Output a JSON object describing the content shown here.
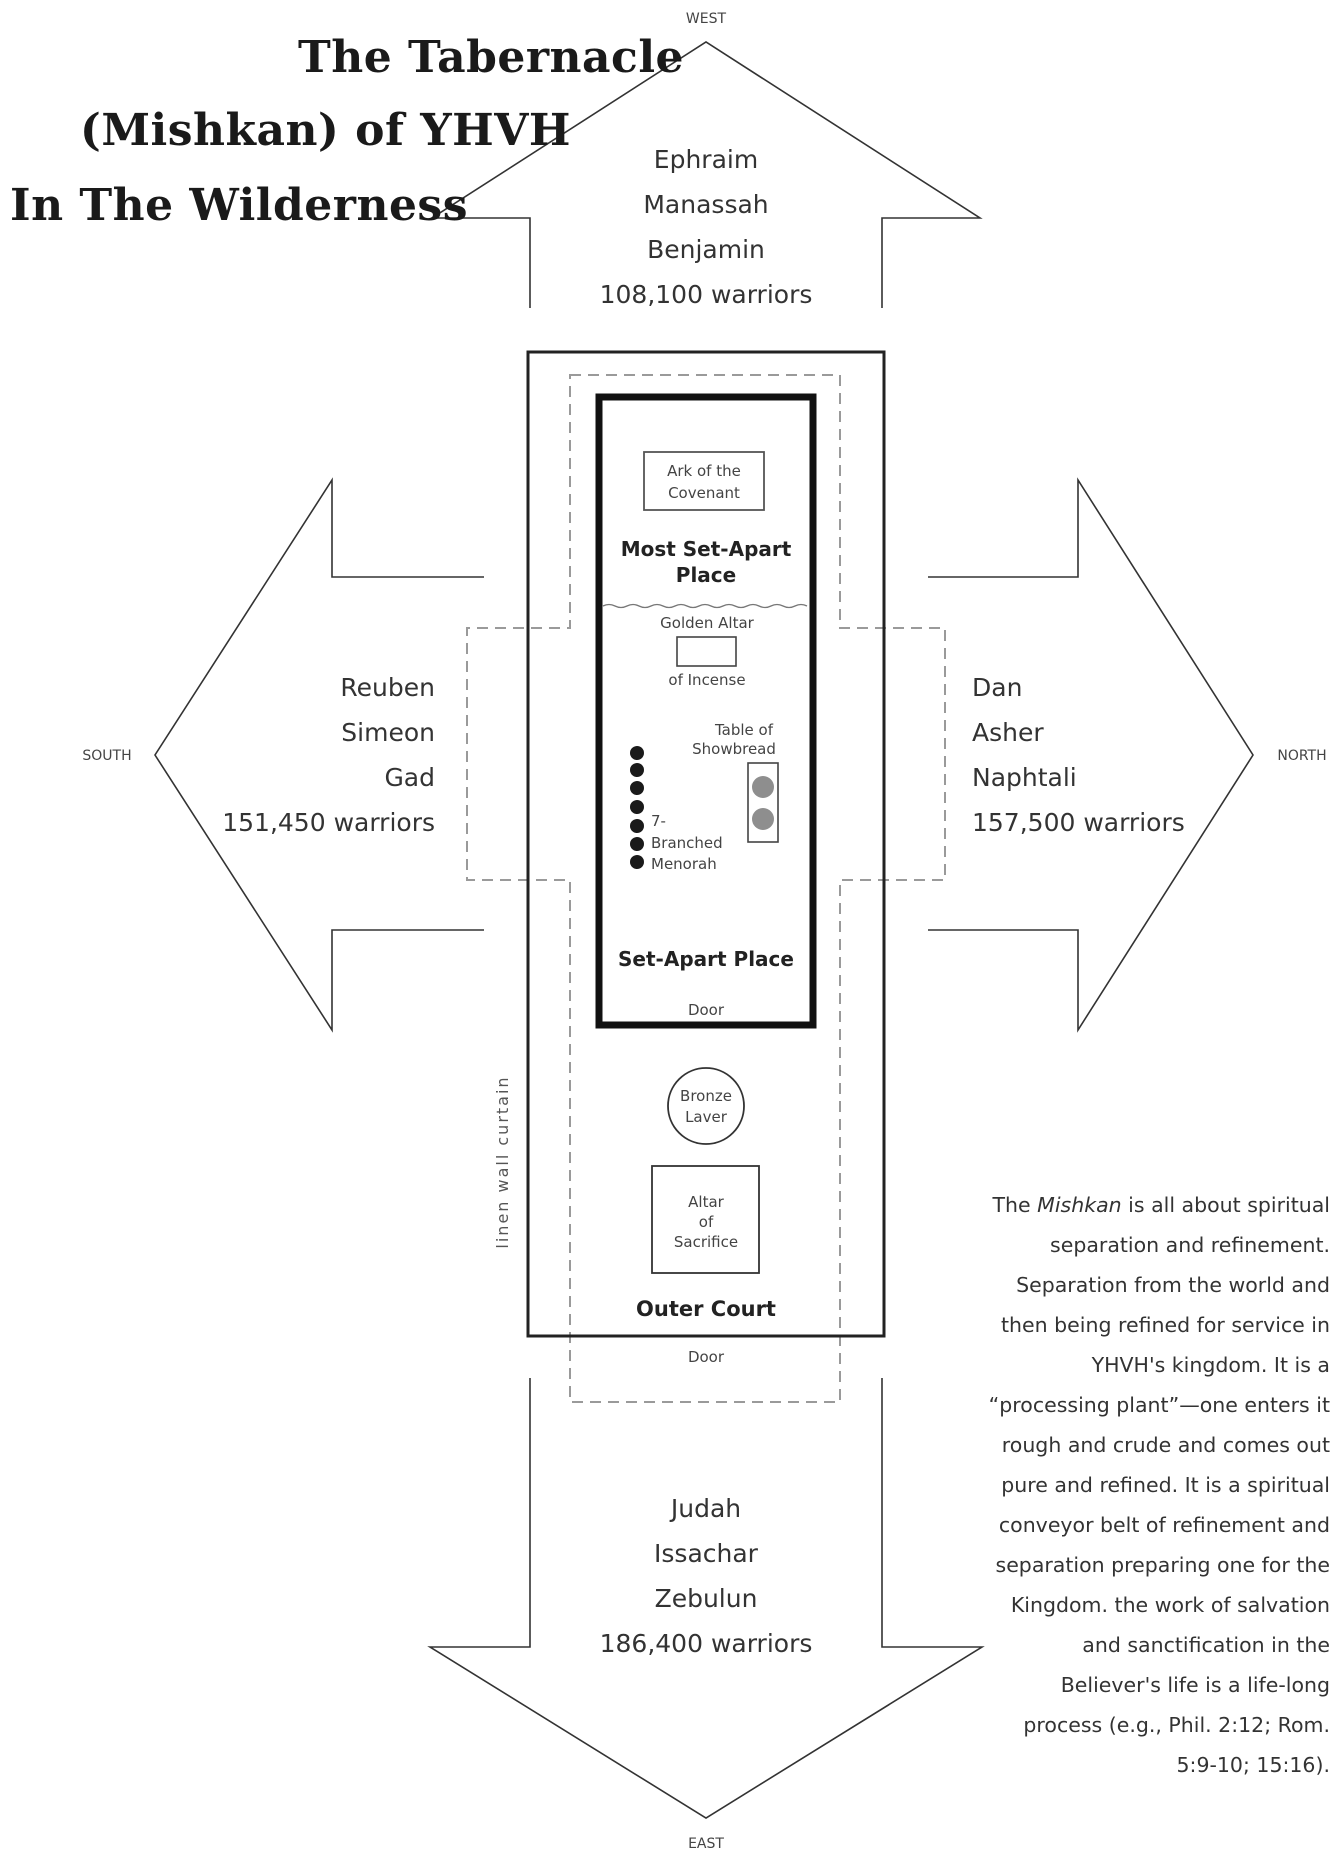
{
  "title": {
    "line1": "The Tabernacle",
    "line2": "(Mishkan) of YHVH",
    "line3": "In The Wilderness"
  },
  "directions": {
    "west": "WEST",
    "east": "EAST",
    "south": "SOUTH",
    "north": "NORTH"
  },
  "camps": {
    "west": {
      "tribes": [
        "Ephraim",
        "Manassah",
        "Benjamin"
      ],
      "warriors": "108,100 warriors"
    },
    "south": {
      "tribes": [
        "Reuben",
        "Simeon",
        "Gad"
      ],
      "warriors": "151,450 warriors"
    },
    "north": {
      "tribes": [
        "Dan",
        "Asher",
        "Naphtali"
      ],
      "warriors": "157,500 warriors"
    },
    "east": {
      "tribes": [
        "Judah",
        "Issachar",
        "Zebulun"
      ],
      "warriors": "186,400 warriors"
    }
  },
  "tabernacle": {
    "ark": [
      "Ark of the",
      "Covenant"
    ],
    "most_holy": [
      "Most Set-Apart",
      "Place"
    ],
    "golden_altar_top": "Golden Altar",
    "golden_altar_bottom": "of Incense",
    "table": [
      "Table of",
      "Showbread"
    ],
    "menorah": [
      "7-",
      "Branched",
      "Menorah"
    ],
    "holy_place": "Set-Apart Place",
    "inner_door": "Door",
    "laver": [
      "Bronze",
      "Laver"
    ],
    "altar": [
      "Altar",
      "of",
      "Sacrifice"
    ],
    "outer_court": "Outer Court",
    "outer_door": "Door",
    "curtain": "linen wall curtain"
  },
  "note": {
    "pre": "The ",
    "italic": "Mishkan",
    "post": " is all about spiritual separation and refinement. Separation from the world and then being refined for service in YHVH's kingdom. It is a “processing plant”—one enters it rough and crude and comes out pure and refined. It is a spiritual conveyor belt of refinement and separation preparing one for the Kingdom. the work of salvation and sanctification in the Believer's life is a life-long process (e.g., Phil. 2:12; Rom. 5:9-10; 15:16)."
  }
}
